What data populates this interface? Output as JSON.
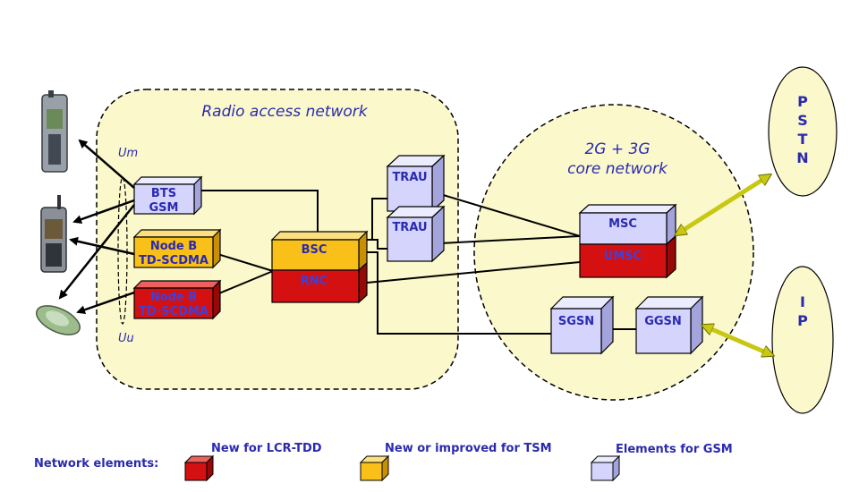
{
  "regions": {
    "ran": "Radio access network",
    "core_line1": "2G + 3G",
    "core_line2": "core network",
    "pstn": [
      "P",
      "S",
      "T",
      "N"
    ],
    "ip": [
      "I",
      "P"
    ]
  },
  "interfaces": {
    "um": "Um",
    "uu": "Uu"
  },
  "nodes": {
    "bts_line1": "BTS",
    "bts_line2": "GSM",
    "nodeb_y_line1": "Node B",
    "nodeb_y_line2": "TD-SCDMA",
    "nodeb_r_line1": "Node B",
    "nodeb_r_line2": "TD-SCDMA",
    "bsc": "BSC",
    "rnc": "RNC",
    "trau1": "TRAU",
    "trau2": "TRAU",
    "msc": "MSC",
    "umsc": "UMSC",
    "sgsn": "SGSN",
    "ggsn": "GGSN"
  },
  "legend": {
    "title": "Network elements:",
    "red": "New for LCR-TDD",
    "yellow": "New or improved for TSM",
    "blue": "Elements for GSM"
  },
  "colors": {
    "region_fill": "#fbf8cc",
    "blue_box": "#d4d4fc",
    "yellow_box": "#f8c018",
    "red_box": "#d41010",
    "arrow_green": "#c8c814"
  }
}
